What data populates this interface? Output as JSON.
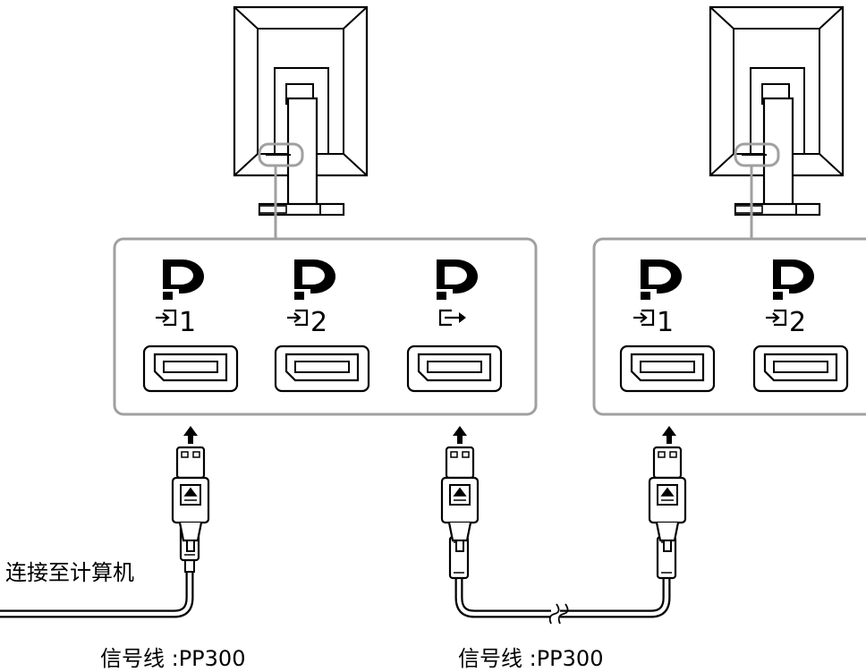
{
  "colors": {
    "stroke": "#000000",
    "panel_border": "#a0a0a0",
    "background": "#ffffff"
  },
  "icons": {
    "displayport_logo": "displayport-logo",
    "input_arrow": "input-arrow-icon",
    "output_arrow": "output-arrow-icon",
    "up_arrow": "up-arrow-icon"
  },
  "monitor1": {
    "ports": [
      {
        "kind": "input",
        "number": "1"
      },
      {
        "kind": "input",
        "number": "2"
      },
      {
        "kind": "output",
        "number": ""
      }
    ]
  },
  "monitor2": {
    "ports": [
      {
        "kind": "input",
        "number": "1"
      },
      {
        "kind": "input",
        "number": "2"
      }
    ]
  },
  "labels": {
    "connect_to_computer": "连接至计算机",
    "cable_left": "信号线 :PP300",
    "cable_right": "信号线 :PP300"
  }
}
